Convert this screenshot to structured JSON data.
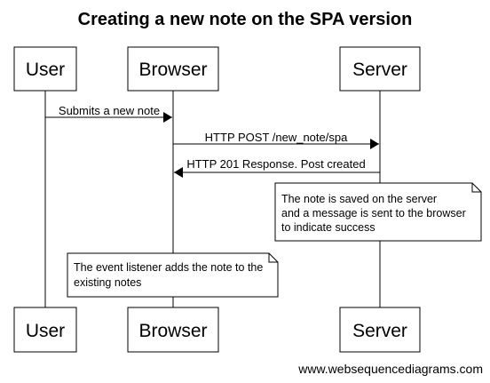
{
  "title": "Creating a new note on the SPA version",
  "participants": [
    "User",
    "Browser",
    "Server"
  ],
  "messages": [
    {
      "from": "User",
      "to": "Browser",
      "label": "Submits a new note"
    },
    {
      "from": "Browser",
      "to": "Server",
      "label": "HTTP POST /new_note/spa"
    },
    {
      "from": "Server",
      "to": "Browser",
      "label": "HTTP 201 Response. Post created"
    }
  ],
  "notes": [
    {
      "over": "Server",
      "lines": [
        "The note is saved on the server",
        "and a message is sent to the browser",
        "to indicate success"
      ]
    },
    {
      "over": "Browser",
      "lines": [
        "The event listener adds the note to the",
        "existing notes"
      ]
    }
  ],
  "watermark": "www.websequencediagrams.com",
  "colors": {
    "line": "#000000",
    "fill": "#ffffff"
  }
}
